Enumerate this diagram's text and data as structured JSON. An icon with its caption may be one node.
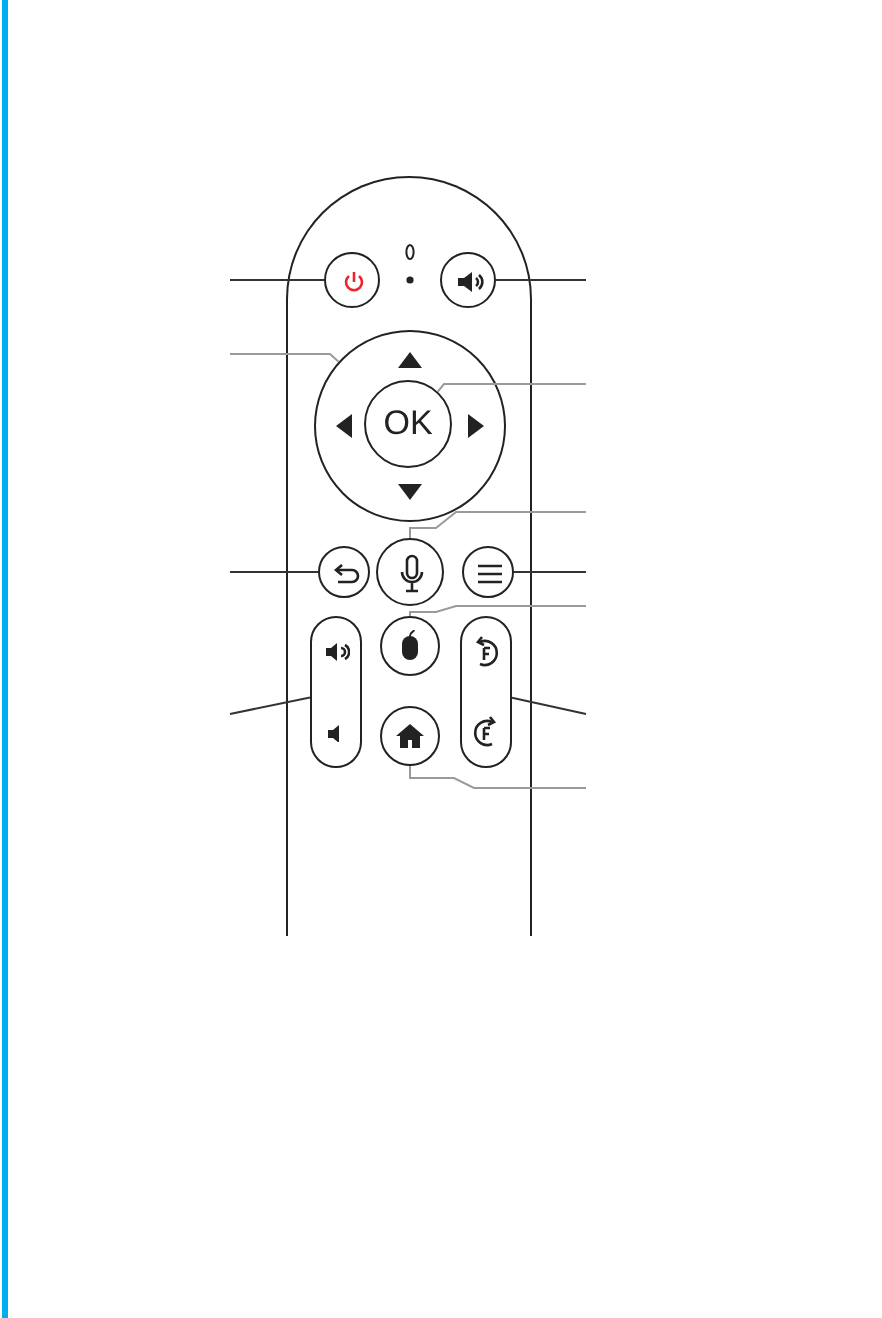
{
  "diagram": {
    "nodes": [
      {
        "text": [],
        "shape": "box"
      },
      {
        "text": [],
        "shape": "circle",
        "in": 0
      },
      {
        "text": [],
        "shape": "circle",
        "in": 0
      },
      {
        "text": [],
        "shape": "circle",
        "in": 0
      },
      {
        "text": [
          "OK"
        ],
        "in": 3
      },
      {
        "text": [],
        "shape": "circle",
        "in": 0
      },
      {
        "text": [],
        "shape": "circle",
        "in": 0
      },
      {
        "text": [],
        "shape": "circle",
        "in": 0
      },
      {
        "text": [],
        "shape": "bar",
        "in": 0
      },
      {
        "text": [],
        "shape": "circle",
        "in": 0
      },
      {
        "text": [],
        "shape": "bar",
        "in": 0
      },
      {
        "text": [],
        "shape": "circle",
        "in": 0
      }
    ],
    "edges": [
      {
        "from": null,
        "to": 1,
        "arrow": "none"
      },
      {
        "from": null,
        "to": 3,
        "arrow": "none",
        "color": "#9a9a9a"
      },
      {
        "from": null,
        "to": 2,
        "arrow": "none"
      },
      {
        "from": null,
        "to": 4,
        "arrow": "none",
        "color": "#9a9a9a"
      },
      {
        "from": null,
        "to": 6,
        "arrow": "none",
        "color": "#9a9a9a"
      },
      {
        "from": null,
        "to": 5,
        "arrow": "none"
      },
      {
        "from": null,
        "to": 7,
        "arrow": "none"
      },
      {
        "from": null,
        "to": 9,
        "arrow": "none",
        "color": "#9a9a9a"
      },
      {
        "from": null,
        "to": 8,
        "arrow": "none"
      },
      {
        "from": null,
        "to": 10,
        "arrow": "none"
      },
      {
        "from": null,
        "to": 11,
        "arrow": "none",
        "color": "#9a9a9a"
      }
    ]
  }
}
